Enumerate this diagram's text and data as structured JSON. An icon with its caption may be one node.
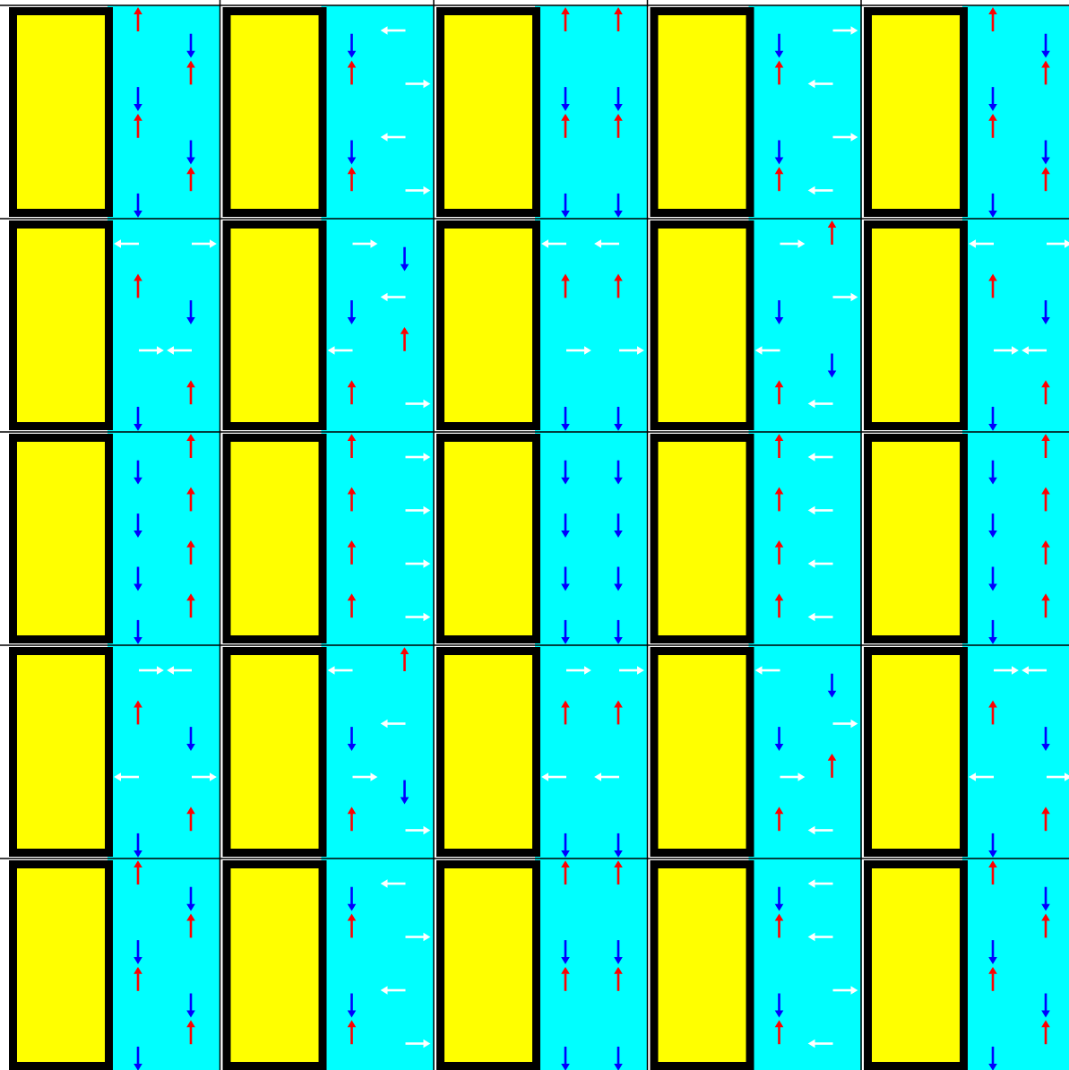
{
  "diagram": {
    "nodes": [
      {
        "text": [],
        "shape": "box"
      },
      {
        "text": [],
        "shape": "box"
      },
      {
        "text": [],
        "shape": "box"
      },
      {
        "text": [],
        "shape": "box"
      },
      {
        "text": [],
        "shape": "box"
      },
      {
        "text": [],
        "shape": "box"
      },
      {
        "text": [],
        "shape": "box"
      },
      {
        "text": [],
        "shape": "box"
      },
      {
        "text": [],
        "shape": "box"
      },
      {
        "text": [],
        "shape": "box"
      },
      {
        "text": [],
        "shape": "box"
      },
      {
        "text": [],
        "shape": "box"
      },
      {
        "text": [],
        "shape": "box"
      },
      {
        "text": [],
        "shape": "box"
      },
      {
        "text": [],
        "shape": "box"
      },
      {
        "text": [],
        "shape": "box"
      },
      {
        "text": [],
        "shape": "box"
      },
      {
        "text": [],
        "shape": "box"
      },
      {
        "text": [],
        "shape": "box"
      },
      {
        "text": [],
        "shape": "box"
      },
      {
        "text": [],
        "shape": "box"
      },
      {
        "text": [],
        "shape": "box"
      },
      {
        "text": [],
        "shape": "box"
      },
      {
        "text": [],
        "shape": "box"
      },
      {
        "text": [],
        "shape": "box"
      }
    ]
  }
}
